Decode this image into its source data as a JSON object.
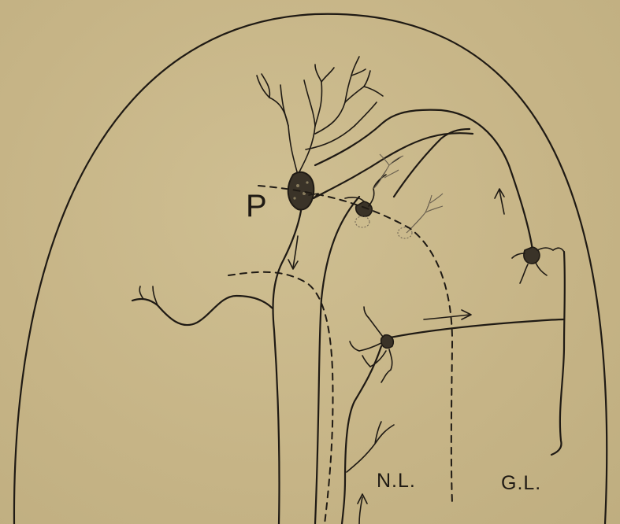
{
  "labels": {
    "purkinje": "P",
    "nuclear_layer": "N.L.",
    "granular_layer": "G.L."
  },
  "colors": {
    "paper": "#c9b88a",
    "ink": "#1f1a14"
  }
}
